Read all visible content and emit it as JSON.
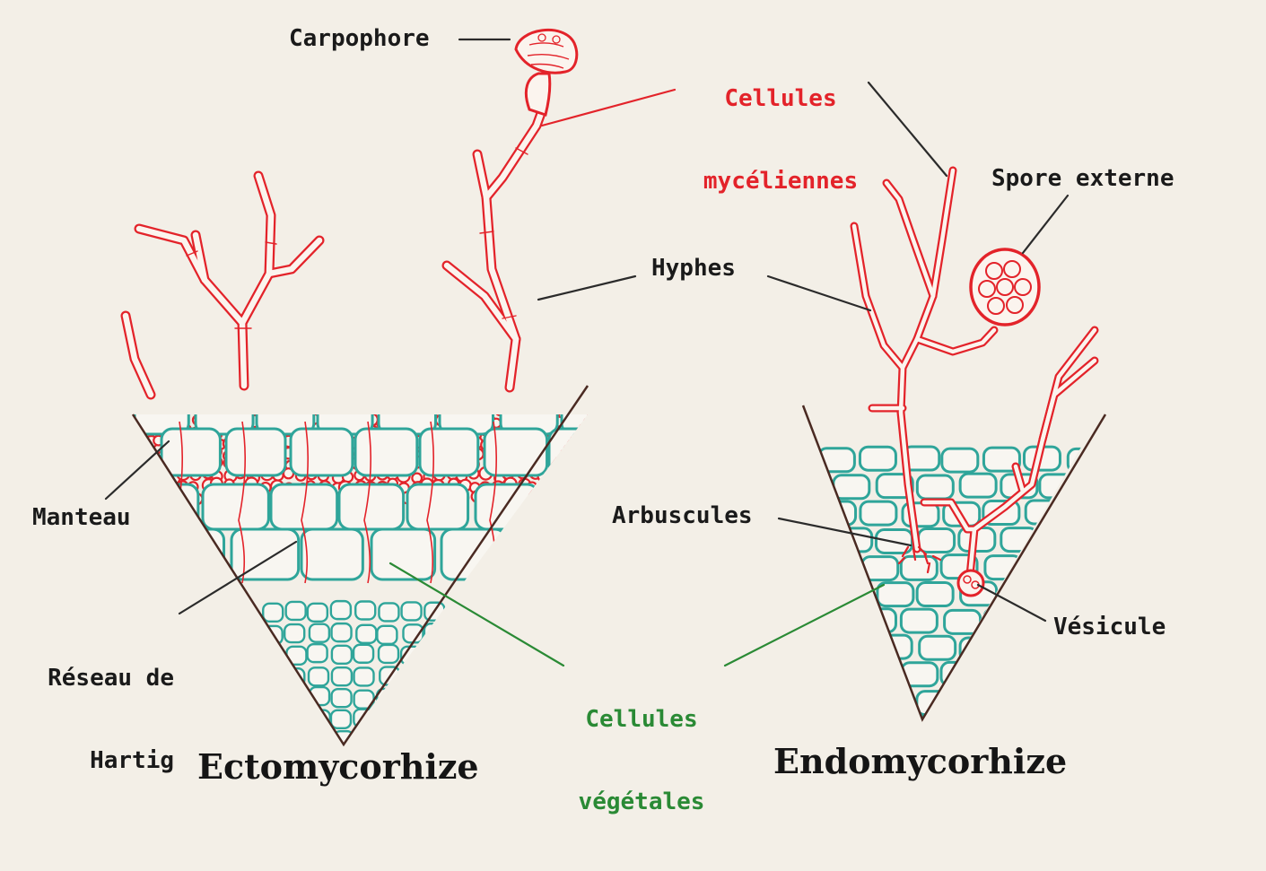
{
  "colors": {
    "background": "#f3efe7",
    "fungus": "#e3232a",
    "plant": "#2fa59a",
    "outline": "#4a2a22",
    "label_green": "#2a8a35"
  },
  "labels": {
    "carpophore": "Carpophore",
    "cellules_myceliennes_1": "Cellules",
    "cellules_myceliennes_2": "mycéliennes",
    "spore_externe": "Spore externe",
    "hyphes": "Hyphes",
    "manteau": "Manteau",
    "arbuscules": "Arbuscules",
    "reseau_1": "Réseau de",
    "reseau_2": "Hartig",
    "vesicule": "Vésicule",
    "cellules_vegetales_1": "Cellules",
    "cellules_vegetales_2": "végétales"
  },
  "titles": {
    "ecto": "Ectomycorhize",
    "endo": "Endomycorhize"
  }
}
